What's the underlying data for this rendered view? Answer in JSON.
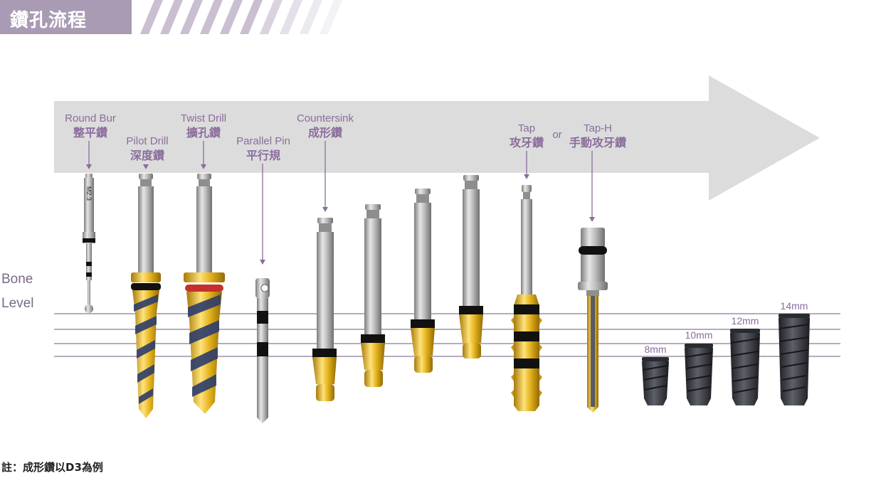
{
  "header": {
    "title": "鑽孔流程"
  },
  "tools": [
    {
      "en": "Round Bur",
      "zh": "整平鑽"
    },
    {
      "en": "Pilot Drill",
      "zh": "深度鑽"
    },
    {
      "en": "Twist Drill",
      "zh": "擴孔鑽"
    },
    {
      "en": "Parallel Pin",
      "zh": "平行規"
    },
    {
      "en": "Countersink",
      "zh": "成形鑽"
    },
    {
      "en": "Tap",
      "zh": "攻牙鑽"
    },
    {
      "en": "Tap-H",
      "zh": "手動攻牙鑽"
    }
  ],
  "or_label": "or",
  "round_bur_marking": "M2.3",
  "bone_level": {
    "line1": "Bone",
    "line2": "Level"
  },
  "implants": [
    "8mm",
    "10mm",
    "12mm",
    "14mm"
  ],
  "note": "註：成形鑽以D3為例",
  "colors": {
    "accent": "#8a6d9d",
    "header": "#a99bb4",
    "arrow": "#dcdcdc",
    "gold": "#e7b81c",
    "steel": "#b8b8b8",
    "implant": "#3b3d42"
  }
}
